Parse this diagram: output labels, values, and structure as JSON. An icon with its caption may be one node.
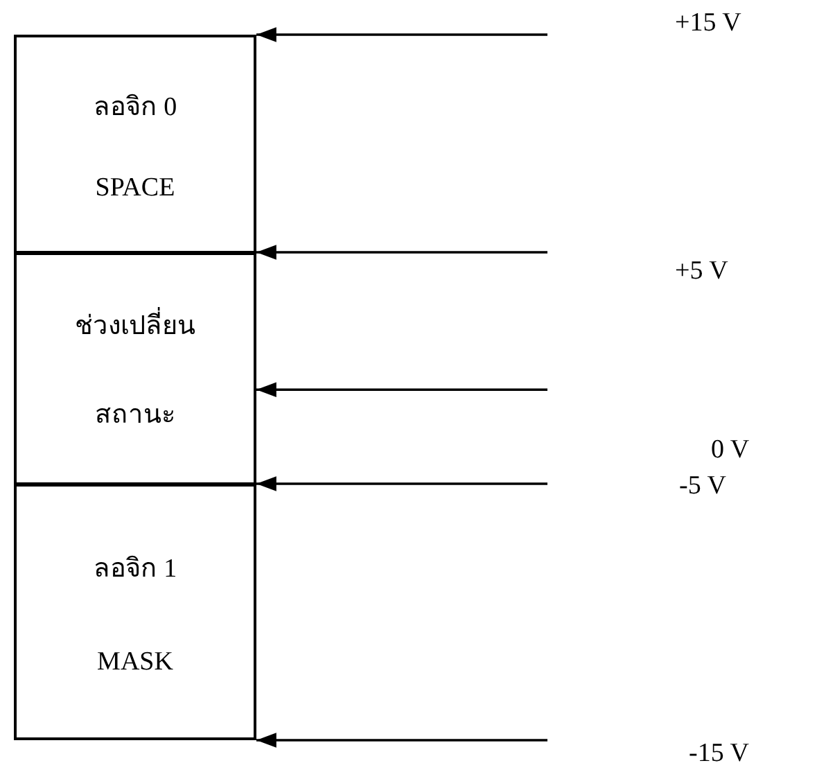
{
  "diagram": {
    "nodes": [
      {
        "text": [
          "ลอจิก 0",
          "SPACE"
        ]
      },
      {
        "text": [
          "ช่วงเปลี่ยน",
          "สถานะ"
        ]
      },
      {
        "text": [
          "ลอจิก 1",
          "MASK"
        ]
      }
    ],
    "edges": [
      {
        "from": null,
        "to": 0,
        "arrow": "to"
      },
      {
        "from": null,
        "to": 1,
        "arrow": "to"
      },
      {
        "from": null,
        "to": 1,
        "arrow": "to"
      },
      {
        "from": null,
        "to": 2,
        "arrow": "to"
      },
      {
        "from": null,
        "to": 2,
        "arrow": "to"
      }
    ],
    "labels": [
      "+15 V",
      "+5 V",
      "0 V",
      "-5 V",
      "-15 V"
    ]
  }
}
